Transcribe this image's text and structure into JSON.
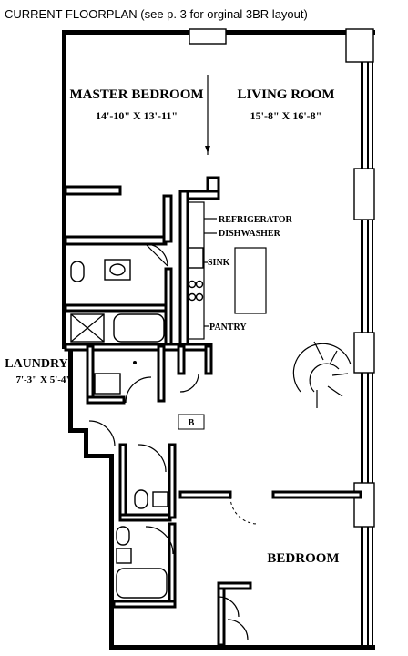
{
  "header": {
    "caption": "CURRENT FLOORPLAN (see p. 3 for orginal 3BR layout)"
  },
  "rooms": {
    "master_bedroom": {
      "name": "MASTER BEDROOM",
      "size": "14'-10\" X 13'-11\""
    },
    "living_room": {
      "name": "LIVING ROOM",
      "size": "15'-8\" X 16'-8\""
    },
    "laundry": {
      "name": "LAUNDRY",
      "size": "7'-3\" X 5'-4\""
    },
    "bedroom": {
      "name": "BEDROOM"
    }
  },
  "labels": {
    "refrigerator": "REFRIGERATOR",
    "dishwasher": "DISHWASHER",
    "sink": "SINK",
    "pantry": "PANTRY",
    "marker": "B"
  }
}
